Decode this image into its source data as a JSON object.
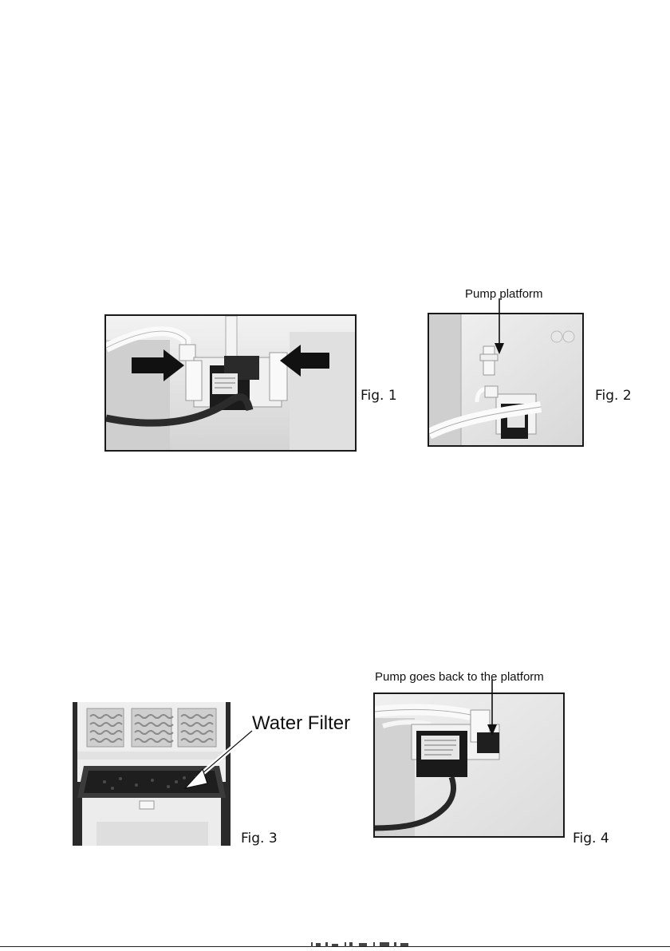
{
  "figures": {
    "fig1": {
      "caption": "Fig. 1"
    },
    "fig2": {
      "caption": "Fig. 2",
      "label": "Pump platform"
    },
    "fig3": {
      "caption": "Fig. 3",
      "label": "Water Filter"
    },
    "fig4": {
      "caption": "Fig. 4",
      "label": "Pump goes back to the platform"
    }
  }
}
